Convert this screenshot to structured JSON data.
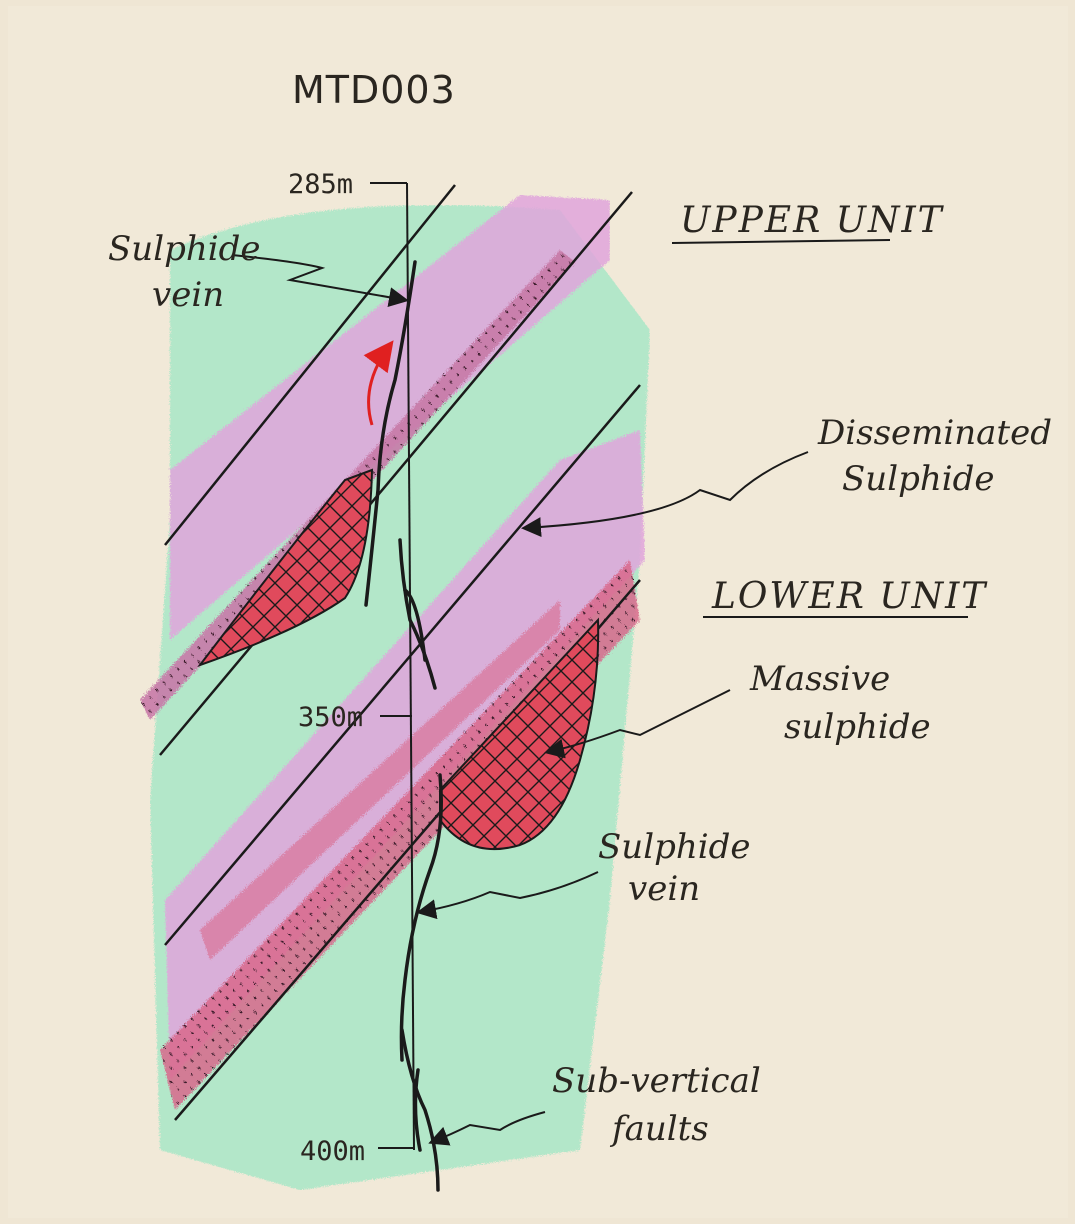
{
  "title": "MTD003",
  "units": {
    "upper": "UPPER UNIT",
    "lower": "LOWER UNIT"
  },
  "depths": {
    "top": "285m",
    "middle": "350m",
    "bottom": "400m"
  },
  "labels": {
    "sulphide_vein_upper_1": "Sulphide",
    "sulphide_vein_upper_2": "vein",
    "disseminated_1": "Disseminated",
    "disseminated_2": "Sulphide",
    "massive_1": "Massive",
    "massive_2": "sulphide",
    "sulphide_vein_lower_1": "Sulphide",
    "sulphide_vein_lower_2": "vein",
    "faults_1": "Sub-vertical",
    "faults_2": "faults"
  },
  "colors": {
    "paper": "#efe6d4",
    "green_shade": "#9fe6c4",
    "pink_shade": "#e0a6dc",
    "red_band": "#d86a8c",
    "massive_sulphide": "#e04a5c",
    "ink": "#1a1a1a",
    "red_arrow": "#e02020"
  }
}
